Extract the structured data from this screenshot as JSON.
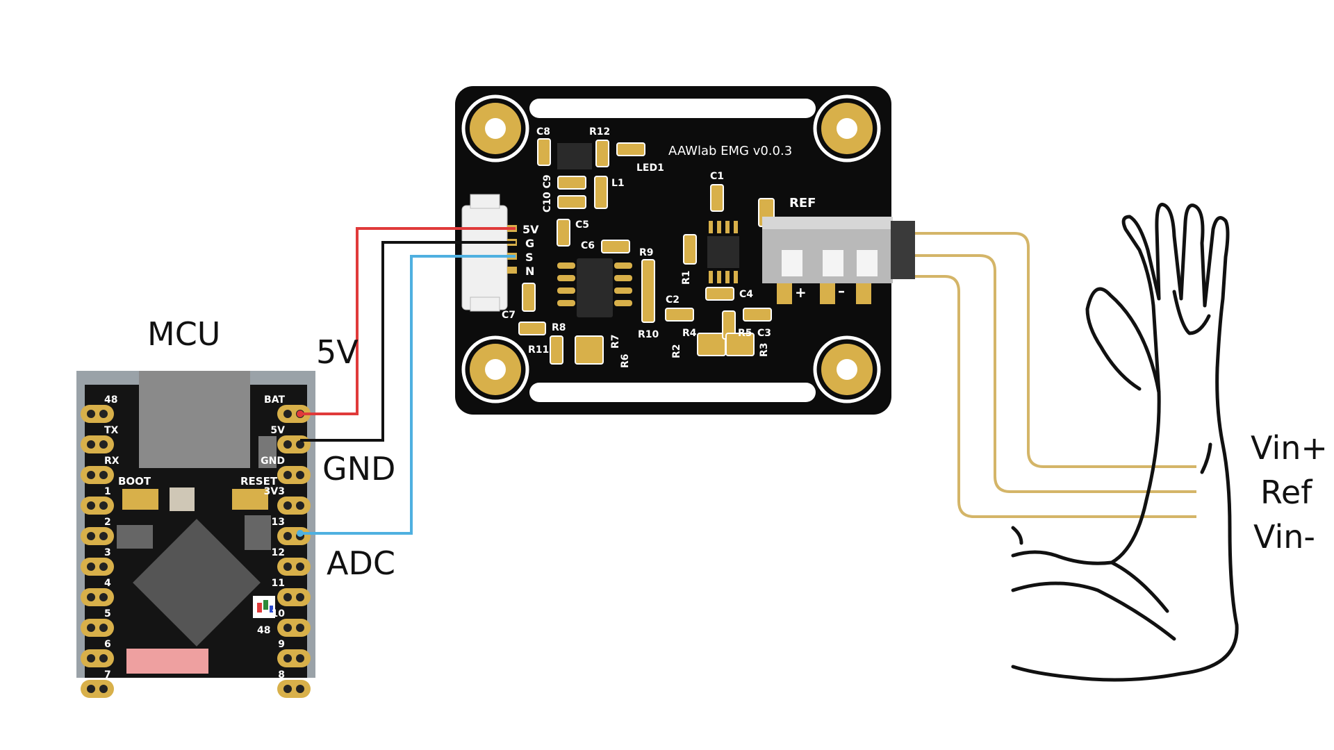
{
  "labels": {
    "mcu": "MCU",
    "wire_5v": "5V",
    "wire_gnd": "GND",
    "wire_adc": "ADC",
    "vin_plus": "Vin+",
    "ref": "Ref",
    "vin_minus": "Vin-"
  },
  "emg_board": {
    "title": "AAWlab EMG v0.0.3",
    "connector_pins": [
      "5V",
      "G",
      "S",
      "N"
    ],
    "ref_label": "REF",
    "plus": "+",
    "minus": "–",
    "components": {
      "c8": "C8",
      "r12": "R12",
      "led1": "LED1",
      "c10c9": "C10 C9",
      "l1": "L1",
      "c5": "C5",
      "c6": "C6",
      "r9": "R9",
      "c1": "C1",
      "r1": "R1",
      "c2": "C2",
      "c4": "C4",
      "c7": "C7",
      "r8": "R8",
      "r11": "R11",
      "r7": "R7",
      "r6": "R6",
      "r10": "R10",
      "r4": "R4",
      "r5": "R5",
      "c3": "C3",
      "r2": "R2",
      "r3": "R3"
    }
  },
  "mcu_board": {
    "left_pins": [
      "48",
      "TX",
      "RX",
      "1",
      "2",
      "3",
      "4",
      "5",
      "6",
      "7"
    ],
    "right_pins": [
      "BAT",
      "5V",
      "GND",
      "3V3",
      "13",
      "12",
      "11",
      "10",
      "9",
      "8"
    ],
    "boot": "BOOT",
    "reset": "RESET",
    "led_label": "48"
  },
  "colors": {
    "wire_5v": "#e03a3a",
    "wire_gnd": "#111111",
    "wire_adc": "#4fb0e0",
    "wire_electrode": "#d4b568",
    "pcb": "#0c0c0c",
    "gold": "#d8b04a"
  }
}
